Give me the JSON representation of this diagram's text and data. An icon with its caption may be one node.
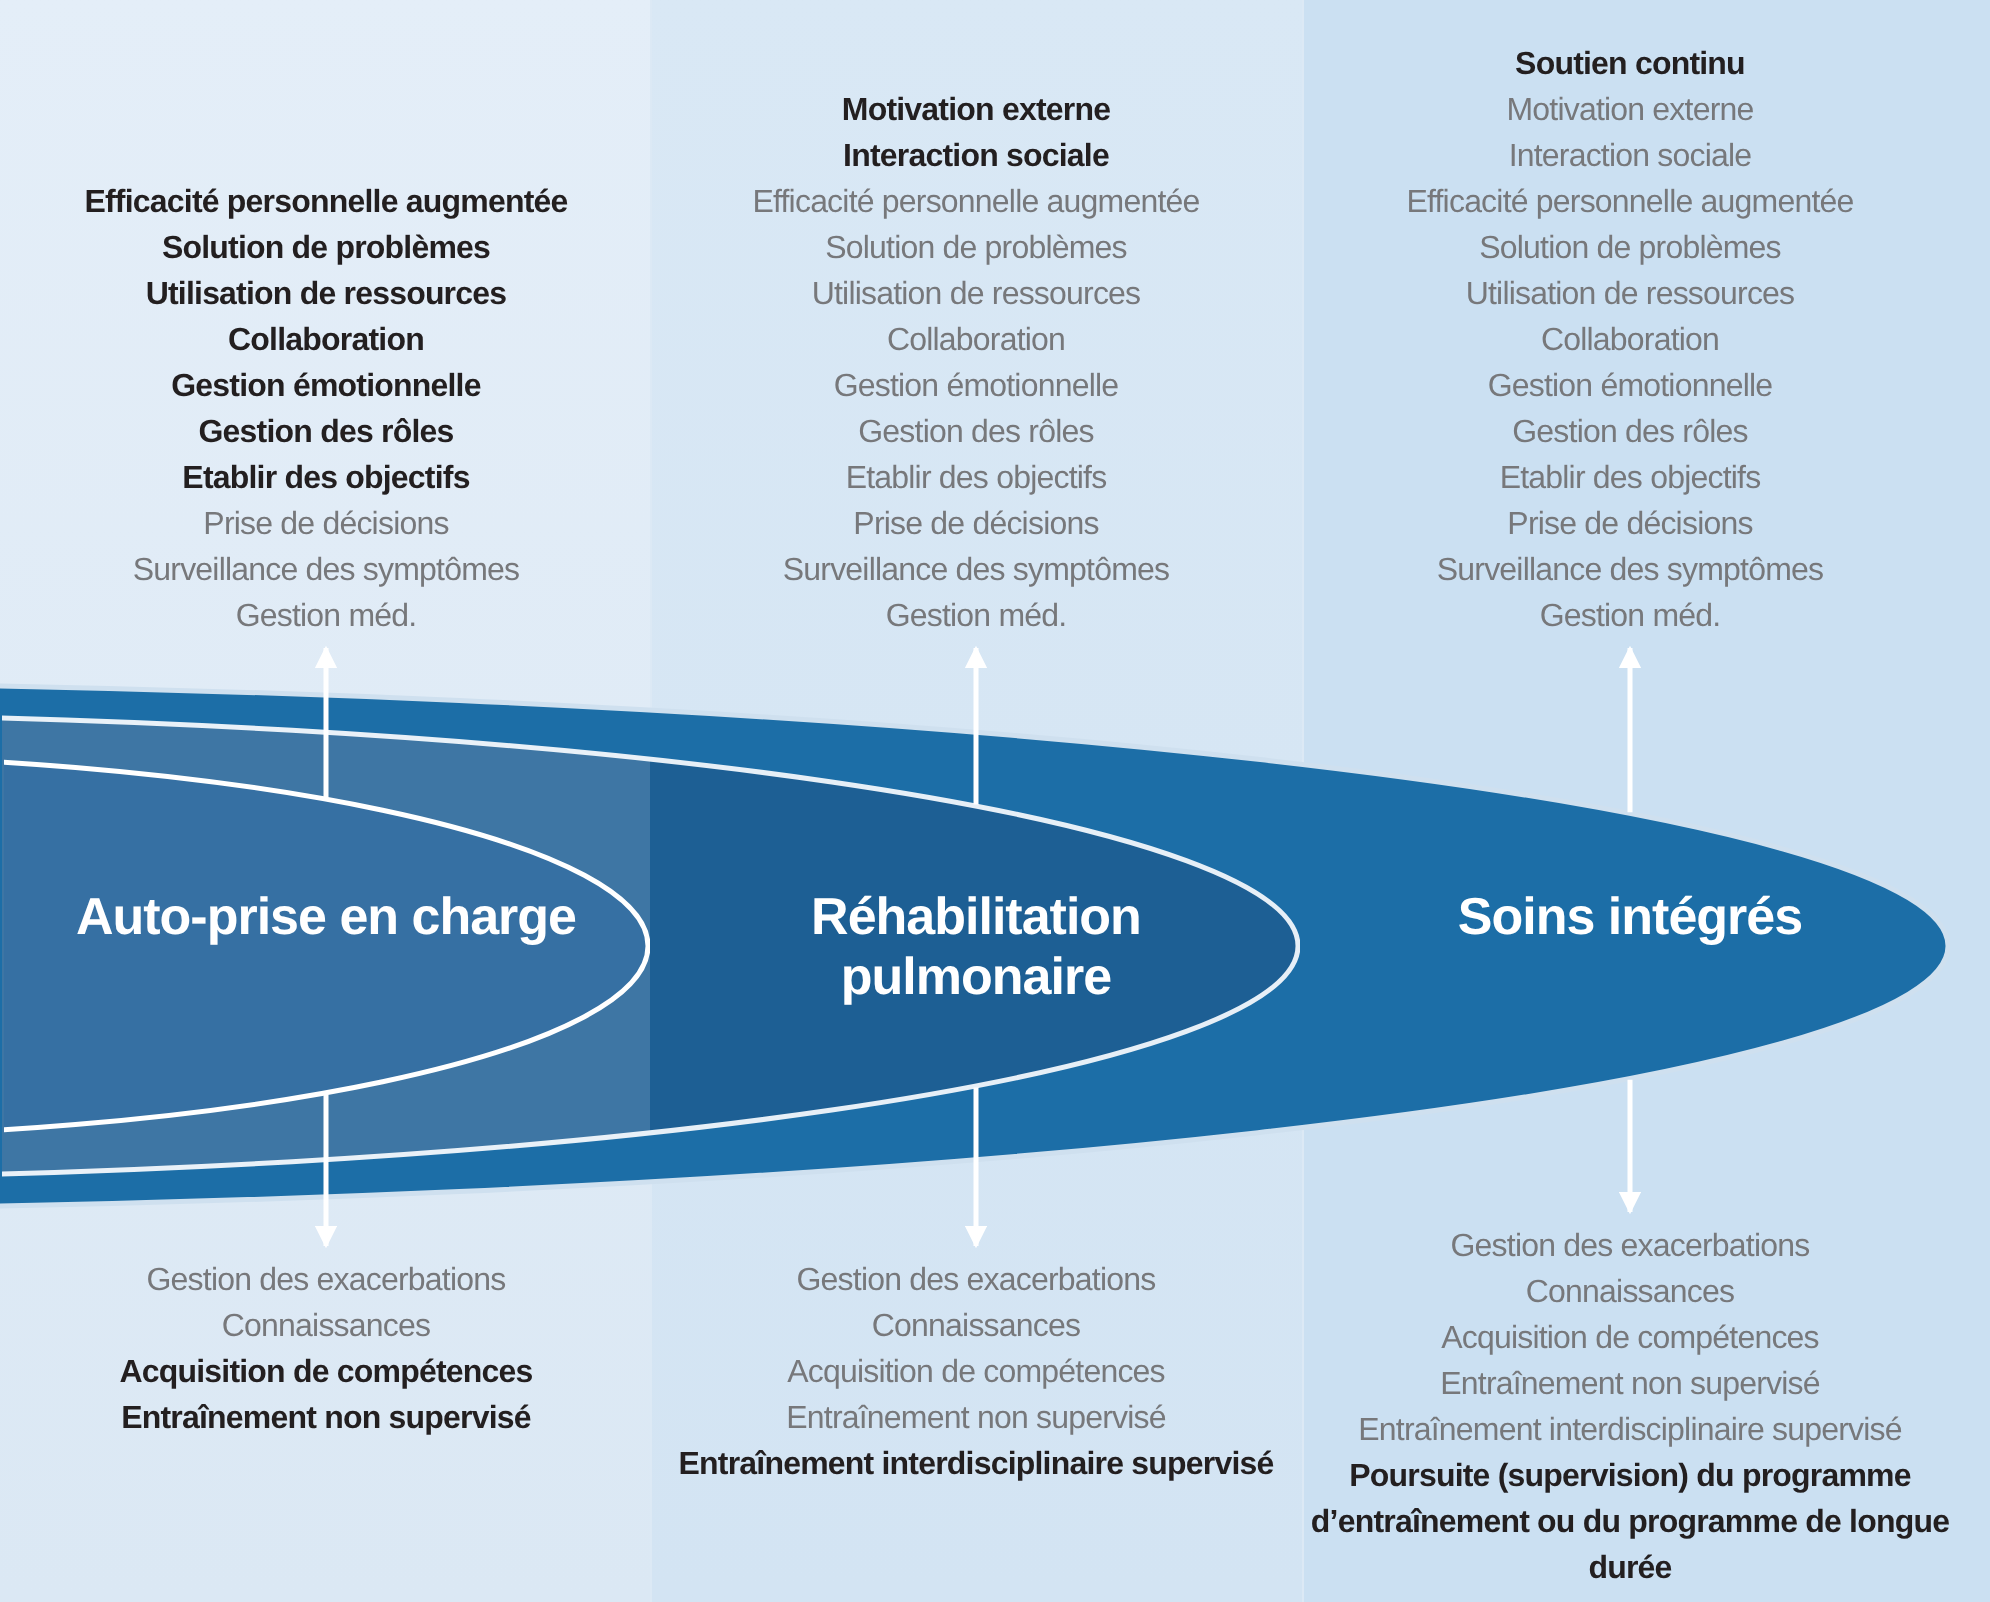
{
  "diagram": {
    "nodes": [
      {
        "text": [
          "Soins intégrés"
        ]
      },
      {
        "text": [
          "Réhabilitation pulmonaire"
        ],
        "in": 0
      },
      {
        "text": [
          "Auto-prise en charge"
        ],
        "in": 1
      },
      {
        "text": [
          "**Efficacité personnelle augmentée**",
          "**Solution de problèmes**",
          "**Utilisation de ressources**",
          "**Collaboration**",
          "**Gestion émotionnelle**",
          "**Gestion des rôles**",
          "**Etablir des objectifs**",
          "Prise de décisions",
          "Surveillance des symptômes",
          "Gestion méd."
        ]
      },
      {
        "text": [
          "Gestion des exacerbations",
          "Connaissances",
          "**Acquisition de compétences**",
          "**Entraînement non supervisé**"
        ]
      },
      {
        "text": [
          "**Motivation externe**",
          "**Interaction sociale**",
          "Efficacité personnelle augmentée",
          "Solution de problèmes",
          "Utilisation de ressources",
          "Collaboration",
          "Gestion émotionnelle",
          "Gestion des rôles",
          "Etablir des objectifs",
          "Prise de décisions",
          "Surveillance des symptômes",
          "Gestion méd."
        ]
      },
      {
        "text": [
          "Gestion des exacerbations",
          "Connaissances",
          "Acquisition de compétences",
          "Entraînement non supervisé",
          "**Entraînement interdisciplinaire supervisé**"
        ]
      },
      {
        "text": [
          "**Soutien continu**",
          "Motivation externe",
          "Interaction sociale",
          "Efficacité personnelle augmentée",
          "Solution de problèmes",
          "Utilisation de ressources",
          "Collaboration",
          "Gestion émotionnelle",
          "Gestion des rôles",
          "Etablir des objectifs",
          "Prise de décisions",
          "Surveillance des symptômes",
          "Gestion méd."
        ]
      },
      {
        "text": [
          "Gestion des exacerbations",
          "Connaissances",
          "Acquisition de compétences",
          "Entraînement non supervisé",
          "Entraînement interdisciplinaire supervisé",
          "**Poursuite (supervision) du programme d’entraînement ou du programme de longue durée**"
        ]
      }
    ],
    "edges": [
      {
        "from": 2,
        "to": 3,
        "arrow": "to"
      },
      {
        "from": 2,
        "to": 4,
        "arrow": "to"
      },
      {
        "from": 1,
        "to": 5,
        "arrow": "to"
      },
      {
        "from": 1,
        "to": 6,
        "arrow": "to"
      },
      {
        "from": 0,
        "to": 7,
        "arrow": "to"
      },
      {
        "from": 0,
        "to": 8,
        "arrow": "to"
      }
    ]
  }
}
